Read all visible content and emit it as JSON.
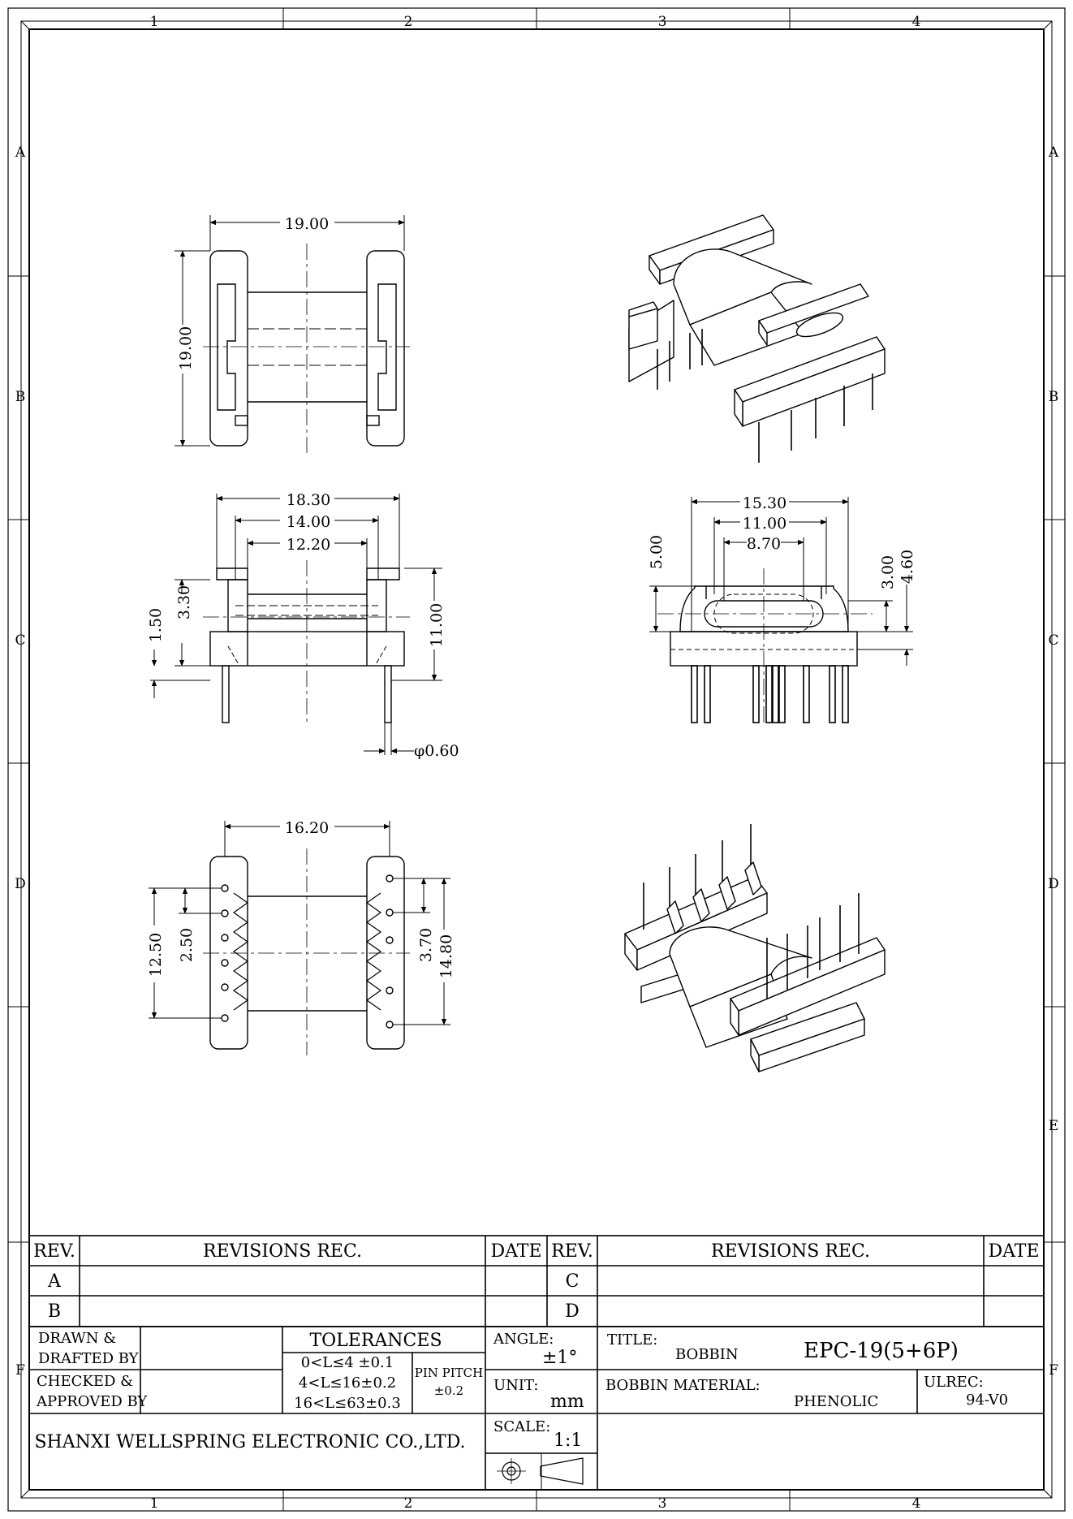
{
  "frame": {
    "columns": [
      "1",
      "2",
      "3",
      "4"
    ],
    "rows": [
      "A",
      "B",
      "C",
      "D",
      "E",
      "F"
    ]
  },
  "dimensions": {
    "top_width": "19.00",
    "top_height": "19.00",
    "side_flange": "18.30",
    "side_core": "14.00",
    "side_inner": "12.20",
    "side_height": "11.00",
    "side_3_30": "3.30",
    "side_1_50": "1.50",
    "pin_dia": "φ0.60",
    "end_15_30": "15.30",
    "end_11_00": "11.00",
    "end_8_70": "8.70",
    "end_5_00": "5.00",
    "end_3_00": "3.00",
    "end_4_60": "4.60",
    "bottom_width": "16.20",
    "bottom_12_50": "12.50",
    "bottom_2_50": "2.50",
    "bottom_3_70": "3.70",
    "bottom_14_80": "14.80"
  },
  "revisions": {
    "rev_header": "REV.",
    "rec_header": "REVISIONS REC.",
    "date_header": "DATE",
    "left_revs": [
      "A",
      "B"
    ],
    "right_revs": [
      "C",
      "D"
    ]
  },
  "title_block": {
    "drawn_line1": "DRAWN  &",
    "drawn_line2": "DRAFTED BY",
    "checked_line1": "CHECKED  &",
    "checked_line2": "APPROVED BY",
    "tolerances_label": "TOLERANCES",
    "tol_1": "0<L≤4  ±0.1",
    "tol_2": "4<L≤16±0.2",
    "tol_3": "16<L≤63±0.3",
    "pin_pitch_label": "PIN PITCH",
    "pin_pitch_value": "±0.2",
    "angle_label": "ANGLE:",
    "angle_value": "±1°",
    "unit_label": "UNIT:",
    "unit_value": "mm",
    "scale_label": "SCALE:",
    "scale_value": "1:1",
    "title_label": "TITLE:",
    "title_part": "BOBBIN",
    "title_model": "EPC-19(5+6P)",
    "material_label": "BOBBIN MATERIAL:",
    "material_value": "PHENOLIC",
    "ulrec_label": "ULREC:",
    "ulrec_value": "94-V0",
    "company": "SHANXI WELLSPRING ELECTRONIC CO.,LTD."
  }
}
